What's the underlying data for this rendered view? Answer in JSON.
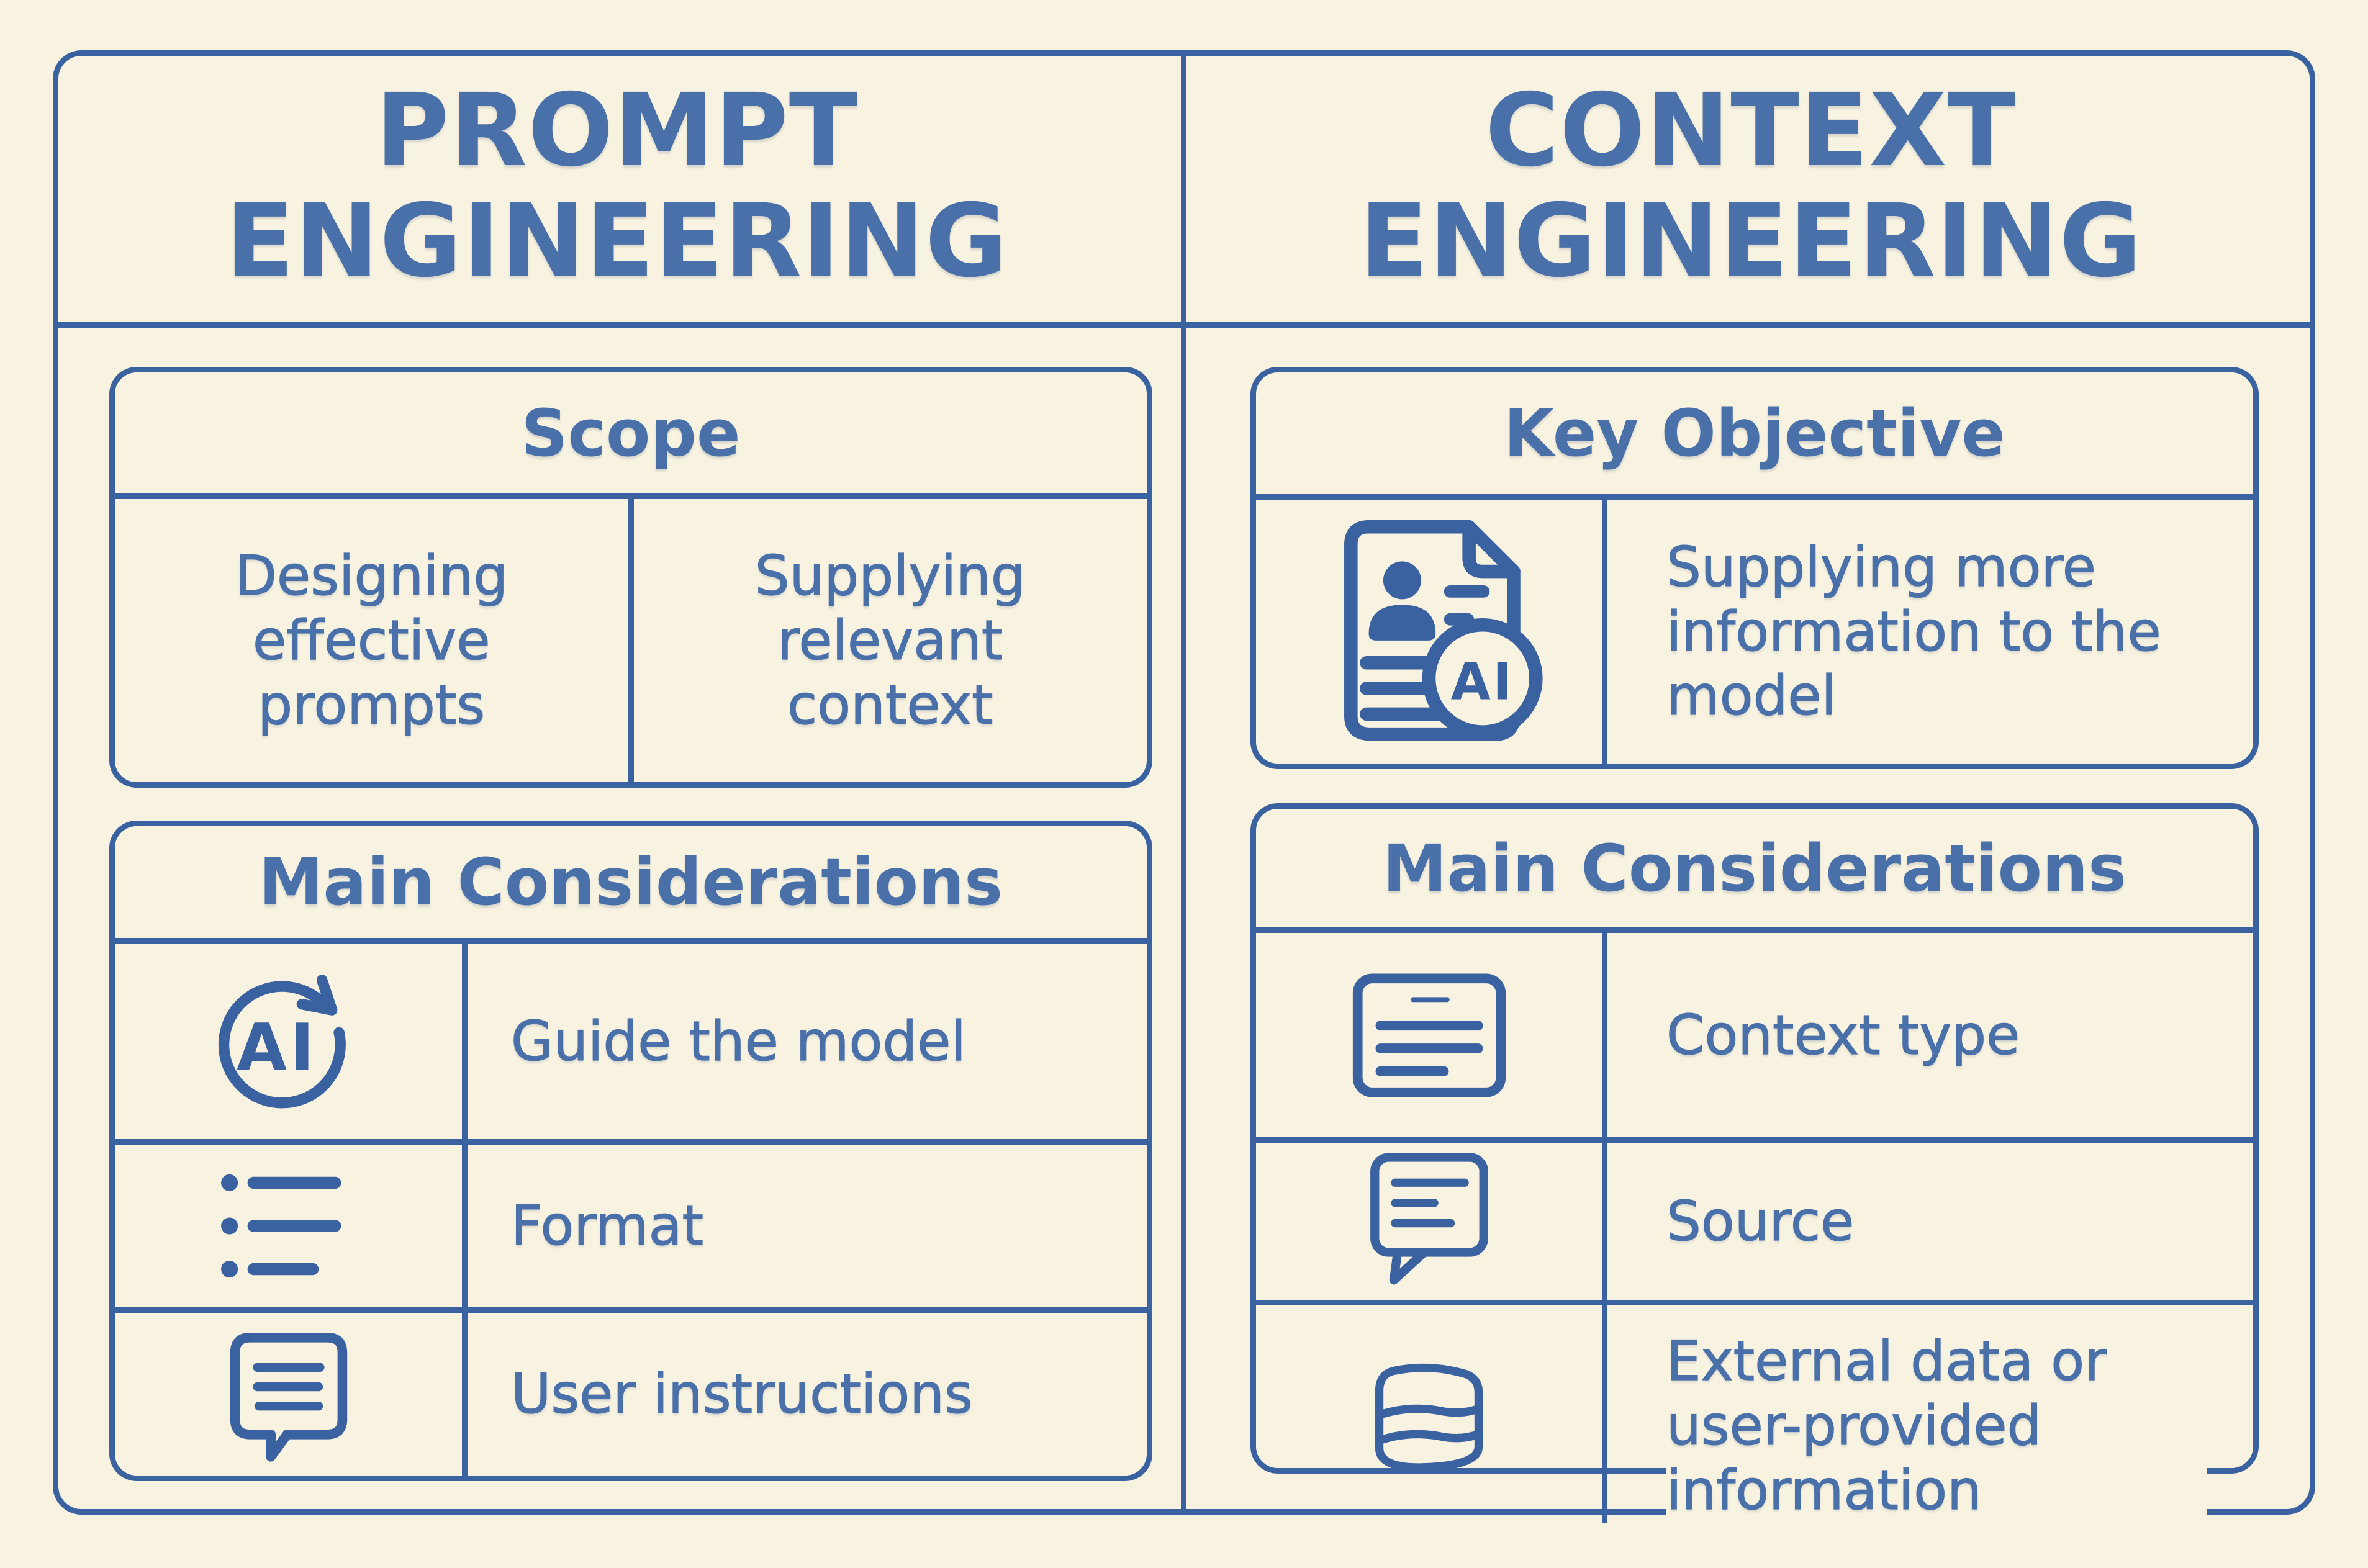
{
  "palette": {
    "background": "#f8f2e0",
    "line": "#3a61a0",
    "text": "#4a70aa"
  },
  "icons": {
    "ai_label": "AI"
  },
  "left_panel": {
    "title_line1": "PROMPT",
    "title_line2": "ENGINEERING",
    "scope": {
      "heading": "Scope",
      "cell1": "Designing effective prompts",
      "cell2": "Supplying relevant context"
    },
    "considerations": {
      "heading": "Main Considerations",
      "rows": [
        {
          "icon": "ai-cycle-icon",
          "label": "Guide the model"
        },
        {
          "icon": "bullet-list-icon",
          "label": "Format"
        },
        {
          "icon": "chat-bubble-icon",
          "label": "User instructions"
        }
      ]
    }
  },
  "right_panel": {
    "title_line1": "CONTEXT",
    "title_line2": "ENGINEERING",
    "key_objective": {
      "heading": "Key Objective",
      "icon": "document-ai-icon",
      "text": "Supplying more information to the model"
    },
    "considerations": {
      "heading": "Main Considerations",
      "rows": [
        {
          "icon": "document-lines-icon",
          "label": "Context type"
        },
        {
          "icon": "speech-bubble-icon",
          "label": "Source"
        },
        {
          "icon": "database-icon",
          "label": "External data or user-provided information"
        }
      ]
    }
  }
}
